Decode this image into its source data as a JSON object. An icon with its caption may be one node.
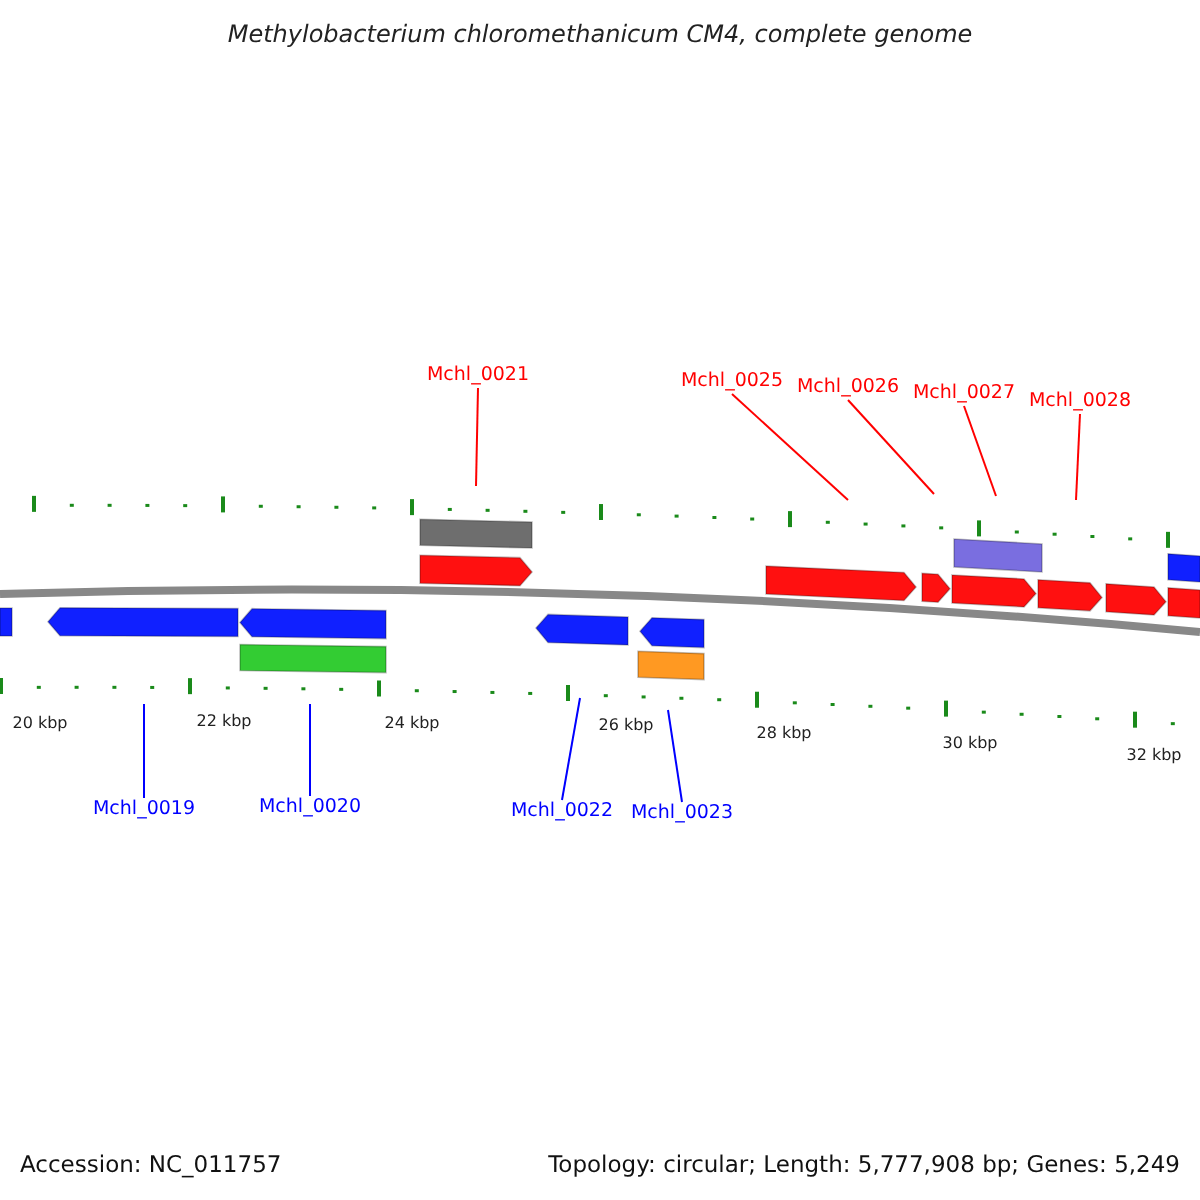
{
  "diagram": {
    "title": "Methylobacterium chloromethanicum CM4, complete genome",
    "nodes": [
      {
        "text": [
          "Mchl_0021"
        ]
      },
      {
        "text": [
          "Mchl_0025"
        ]
      },
      {
        "text": [
          "Mchl_0026"
        ]
      },
      {
        "text": [
          "Mchl_0027"
        ]
      },
      {
        "text": [
          "Mchl_0028"
        ]
      },
      {
        "text": [
          "Mchl_0019"
        ]
      },
      {
        "text": [
          "Mchl_0020"
        ]
      },
      {
        "text": [
          "Mchl_0022"
        ]
      },
      {
        "text": [
          "Mchl_0023"
        ]
      }
    ],
    "edges": [
      {
        "from": 0,
        "to": null,
        "arrow": "none",
        "color": "#ff0000"
      },
      {
        "from": 1,
        "to": null,
        "arrow": "none",
        "color": "#ff0000"
      },
      {
        "from": 2,
        "to": null,
        "arrow": "none",
        "color": "#ff0000"
      },
      {
        "from": 3,
        "to": null,
        "arrow": "none",
        "color": "#ff0000"
      },
      {
        "from": 4,
        "to": null,
        "arrow": "none",
        "color": "#ff0000"
      },
      {
        "from": 5,
        "to": null,
        "arrow": "none",
        "color": "#0000ff"
      },
      {
        "from": 6,
        "to": null,
        "arrow": "none",
        "color": "#0000ff"
      },
      {
        "from": 7,
        "to": null,
        "arrow": "none",
        "color": "#0000ff"
      },
      {
        "from": 8,
        "to": null,
        "arrow": "none",
        "color": "#0000ff"
      }
    ],
    "labels": [
      "20 kbp",
      "22 kbp",
      "24 kbp",
      "26 kbp",
      "28 kbp",
      "30 kbp",
      "32 kbp",
      "Accession: NC_011757",
      "Topology: circular; Length: 5,777,908 bp; Genes: 5,249"
    ]
  }
}
